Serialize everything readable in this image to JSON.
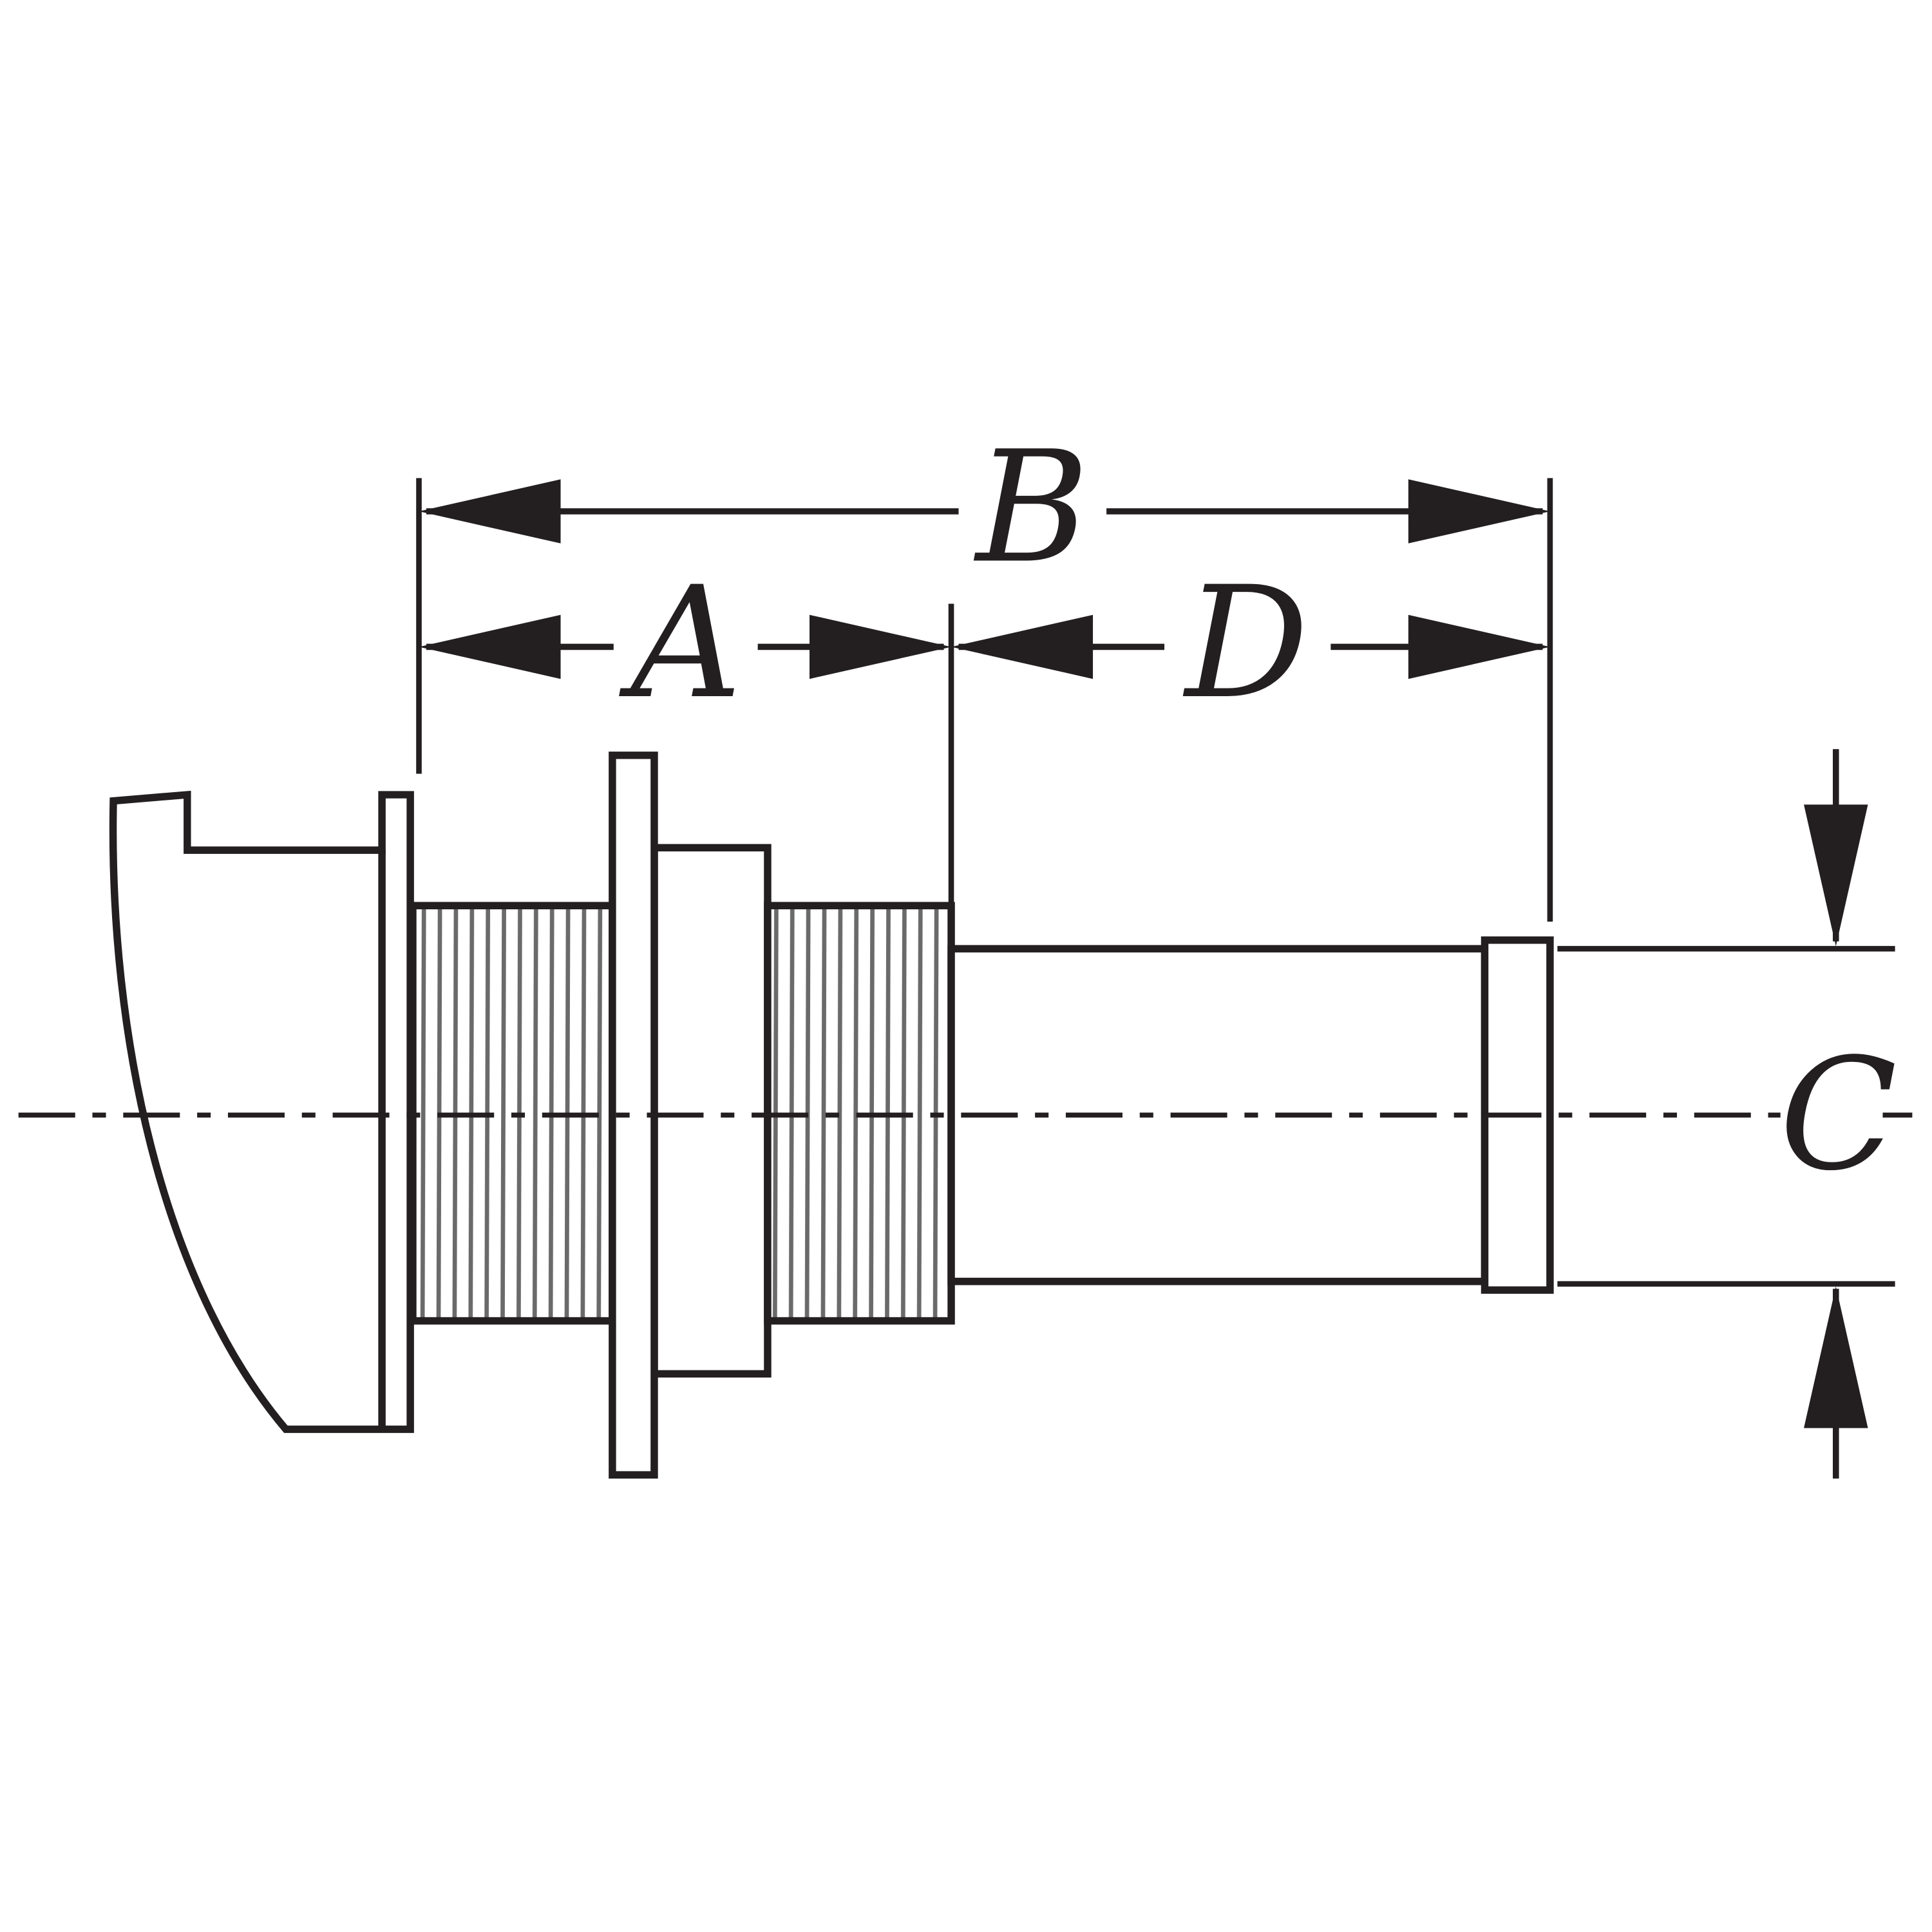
{
  "diagram": {
    "kind": "technical-line-drawing",
    "labels": {
      "a": "A",
      "b": "B",
      "c": "C",
      "d": "D"
    },
    "colors": {
      "line": "#231f20",
      "thread": "#6a6a6a",
      "background": "#ffffff"
    }
  }
}
